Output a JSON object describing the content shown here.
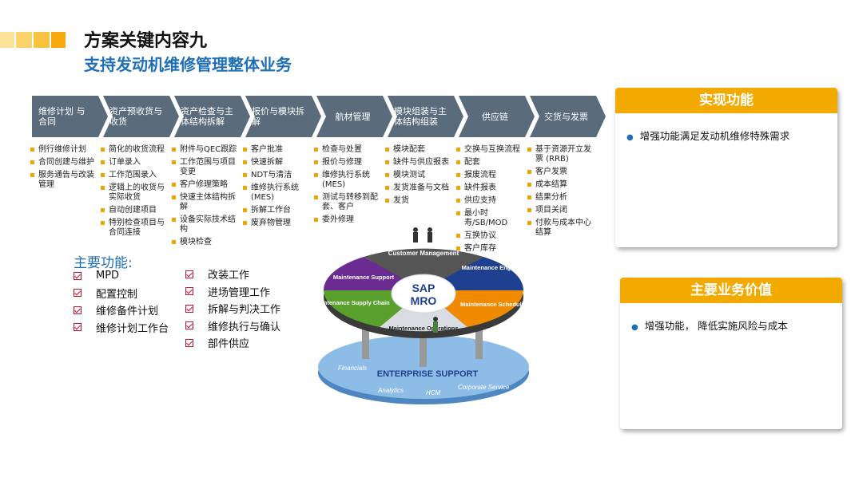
{
  "header": {
    "title": "方案关键内容九",
    "subtitle": "支持发动机维修管理整体业务"
  },
  "process_steps": [
    {
      "label": "维修计划 与合同"
    },
    {
      "label": "资产预收货与收货"
    },
    {
      "label": "资产检查与主体结构拆解"
    },
    {
      "label": "报价与模块拆解"
    },
    {
      "label": "航材管理"
    },
    {
      "label": "模块组装与主体结构组装"
    },
    {
      "label": "供应链"
    },
    {
      "label": "交货与发票"
    }
  ],
  "step_details": [
    [
      "例行维修计划",
      "合同创建与维护",
      "服务通告与改装管理"
    ],
    [
      "简化的收货流程",
      "订单录入",
      "工作范围录入",
      "逻辑上的收货与实际收货",
      "自动创建项目",
      "特别检查项目与合同连接"
    ],
    [
      "附件与QEC跟踪",
      "工作范围与项目变更",
      "客户修理策略",
      "快速主体结构拆解",
      "设备实际技术结构",
      "模块检查"
    ],
    [
      "客户批准",
      "快速拆解",
      "NDT与清洁",
      "维修执行系统 (MES)",
      "拆解工作台",
      "废弃物管理"
    ],
    [
      "检查与处置",
      "报价与修理",
      "维修执行系统 (MES)",
      "测试与转移到配套、客户",
      "委外修理"
    ],
    [
      "模块配套",
      "缺件与供应报表",
      "模块测试",
      "发货准备与文档",
      "发货"
    ],
    [
      "交换与互换流程",
      "配套",
      "报废流程",
      "缺件报表",
      "供应支持",
      "最小时寿/SB/MOD",
      "互换协议",
      "客户库存"
    ],
    [
      "基于资源开立发票 (RRB)",
      "客户发票",
      "成本结算",
      "结果分析",
      "项目关闭",
      "付款与成本中心结算"
    ]
  ],
  "main_functions": {
    "title": "主要功能:",
    "left": [
      "MPD",
      "配置控制",
      "维修备件计划",
      "维修计划工作台"
    ],
    "right": [
      "改装工作",
      "进场管理工作",
      "拆解与判决工作",
      "维修执行与确认",
      "部件供应"
    ]
  },
  "sap_diagram": {
    "center_line1": "SAP",
    "center_line2": "MRO",
    "segments": {
      "customer_management": "Customer Management",
      "maintenance_support": "Maintenance Support",
      "maintenance_engineering": "Maintenance Engineering",
      "maintenance_supply_chain": "Maintenance Supply Chain",
      "maintenance_scheduling": "Maintenance Scheduling",
      "maintenance_operations": "Maintenance Operations"
    },
    "base_label": "ENTERPRISE SUPPORT",
    "base_items": [
      "Financials",
      "Analytics",
      "HCM",
      "Corporate Service"
    ],
    "colors": {
      "purple": "#6a2c91",
      "blue": "#1f3f8f",
      "green": "#5aa02c",
      "orange": "#f08a00",
      "gray": "#555555",
      "base": "#6fa8d8"
    }
  },
  "panel_functions": {
    "title": "实现功能",
    "item": "增强功能满足发动机维修特殊需求"
  },
  "panel_value": {
    "title": "主要业务价值",
    "item": "增强功能， 降低实施风险与成本"
  },
  "colors": {
    "accent": "#f2a900",
    "title_blue": "#1e6fb8",
    "step_gray": "#5a6b7b",
    "check_red": "#c8102e"
  }
}
